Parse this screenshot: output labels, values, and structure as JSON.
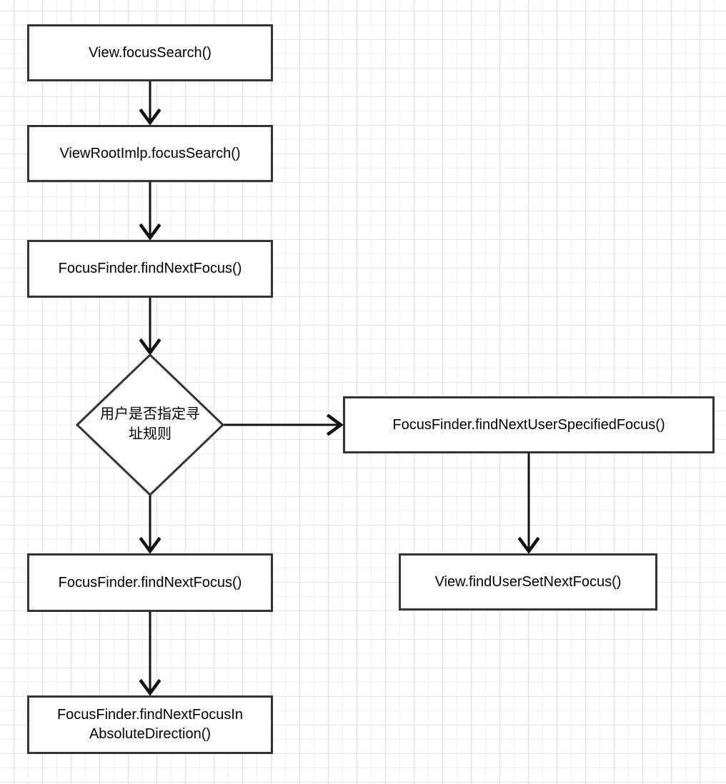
{
  "diagram": {
    "type": "flowchart",
    "nodes": {
      "view_focus_search": {
        "label": "View.focusSearch()"
      },
      "viewrootimlp_focus_search": {
        "label": "ViewRootImlp.focusSearch()"
      },
      "focusfinder_find_next_focus_1": {
        "label": "FocusFinder.findNextFocus()"
      },
      "decision_user_specified_rule": {
        "lines": [
          "用户是否指定寻",
          "址规则"
        ]
      },
      "focusfinder_find_next_user_specified_focus": {
        "label": "FocusFinder.findNextUserSpecifiedFocus()"
      },
      "view_find_user_set_next_focus": {
        "label": "View.findUserSetNextFocus()"
      },
      "focusfinder_find_next_focus_2": {
        "label": "FocusFinder.findNextFocus()"
      },
      "focusfinder_find_next_focus_in_absolute_direction": {
        "lines": [
          "FocusFinder.findNextFocusIn",
          "AbsoluteDirection()"
        ]
      }
    },
    "edges": [
      {
        "from": "view_focus_search",
        "to": "viewrootimlp_focus_search"
      },
      {
        "from": "viewrootimlp_focus_search",
        "to": "focusfinder_find_next_focus_1"
      },
      {
        "from": "focusfinder_find_next_focus_1",
        "to": "decision_user_specified_rule"
      },
      {
        "from": "decision_user_specified_rule",
        "to": "focusfinder_find_next_user_specified_focus"
      },
      {
        "from": "focusfinder_find_next_user_specified_focus",
        "to": "view_find_user_set_next_focus"
      },
      {
        "from": "decision_user_specified_rule",
        "to": "focusfinder_find_next_focus_2"
      },
      {
        "from": "focusfinder_find_next_focus_2",
        "to": "focusfinder_find_next_focus_in_absolute_direction"
      }
    ],
    "colors": {
      "node_border": "#333333",
      "node_fill": "#ffffff",
      "arrow": "#111111",
      "text": "#000000",
      "grid_minor": "#f1effa",
      "grid_major": "#e4e1f5",
      "background": "#ffffff"
    }
  }
}
